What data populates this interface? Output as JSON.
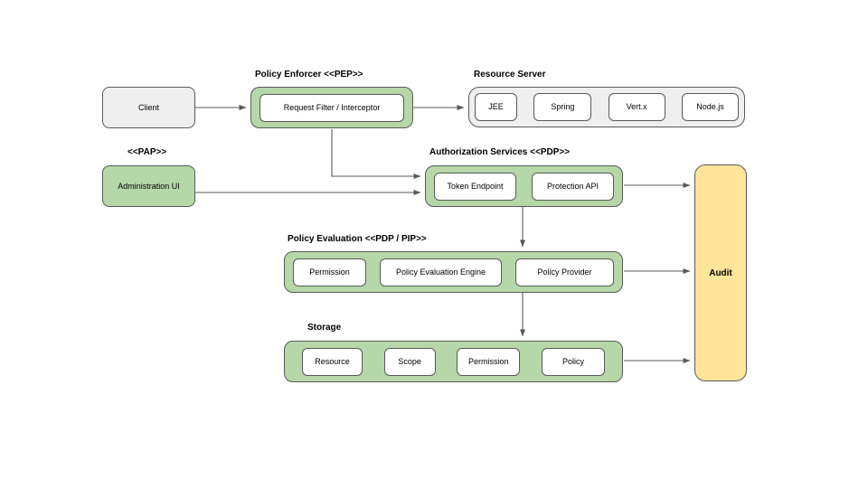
{
  "colors": {
    "green_fill": "#b6d7a8",
    "gray_fill": "#efefef",
    "yellow_fill": "#ffe599",
    "border": "#595959",
    "arrow": "#595959"
  },
  "client": {
    "label": "Client"
  },
  "policy_enforcer": {
    "title": "Policy Enforcer <<PEP>>",
    "items": [
      "Request Filter / Interceptor"
    ]
  },
  "resource_server": {
    "title": "Resource Server",
    "items": [
      "JEE",
      "Spring",
      "Vert.x",
      "Node.js"
    ]
  },
  "pap": {
    "title": "<<PAP>>",
    "label": "Administration UI"
  },
  "authorization_services": {
    "title": "Authorization Services <<PDP>>",
    "items": [
      "Token Endpoint",
      "Protection API"
    ]
  },
  "policy_evaluation": {
    "title": "Policy Evaluation <<PDP / PIP>>",
    "items": [
      "Permission",
      "Policy Evaluation Engine",
      "Policy Provider"
    ]
  },
  "storage": {
    "title": "Storage",
    "items": [
      "Resource",
      "Scope",
      "Permission",
      "Policy"
    ]
  },
  "audit": {
    "label": "Audit"
  }
}
